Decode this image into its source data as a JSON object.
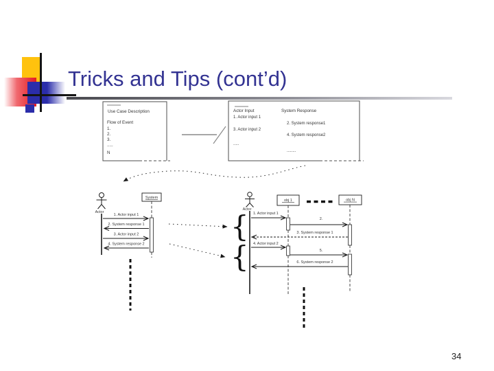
{
  "slide": {
    "title": "Tricks and Tips (cont’d)",
    "page_number": "34",
    "annotation_brace": "{",
    "colors": {
      "title": "#333392",
      "accent_yellow": "#ffc20e",
      "accent_red": "#e31b23",
      "accent_blue": "#2b2daa"
    }
  },
  "use_case_box": {
    "title": "Use Case Description",
    "subtitle": "Flow of Event",
    "steps": [
      "1.",
      "2.",
      "3.",
      ".....",
      "N"
    ]
  },
  "tabular_box": {
    "left_header": "Actor Input",
    "right_header": "System Response",
    "left_items": [
      "1. Actor input 1",
      "3. Actor input 2",
      "....."
    ],
    "right_items": [
      "2. System response1",
      "4. System response2",
      "........"
    ]
  },
  "left_sequence": {
    "actor_label": "Actor",
    "system_label": "System",
    "messages": [
      "1. Actor input 1",
      "2. System response 1",
      "3. Actor input 2",
      "4. System response 2"
    ]
  },
  "right_sequence": {
    "actor_label": "Actor",
    "obj1_label": "obj 1",
    "objn_label": "obj N",
    "messages": [
      "1. Actor input 1",
      "2.",
      "3. System response 1",
      "4. Actor input 2",
      "5.",
      "6. System response 2"
    ]
  }
}
